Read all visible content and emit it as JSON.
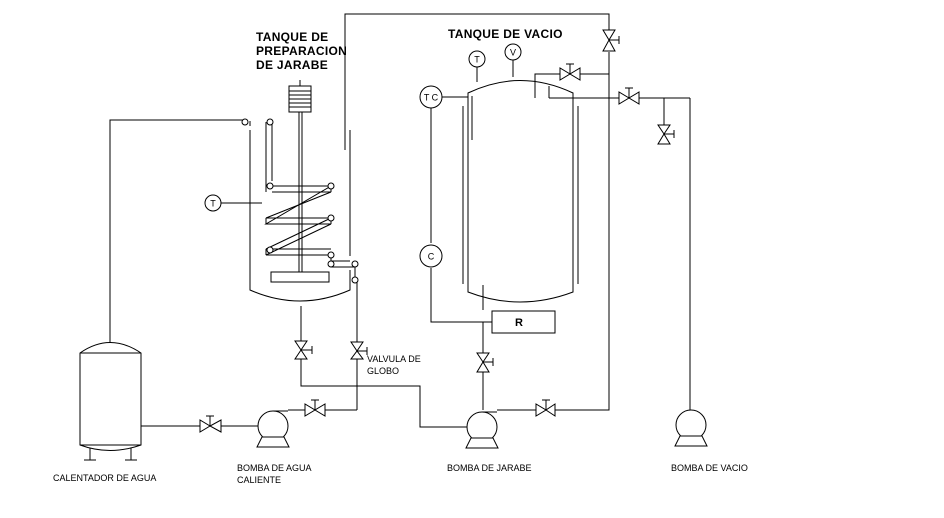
{
  "labels": {
    "prep_tank_line1": "TANQUE DE",
    "prep_tank_line2": "PREPARACION",
    "prep_tank_line3": "DE JARABE",
    "vacuum_tank": "TANQUE DE VACIO",
    "globe_valve_line1": "VALVULA DE",
    "globe_valve_line2": "GLOBO",
    "water_heater": "CALENTADOR DE AGUA",
    "hot_water_pump_line1": "BOMBA DE AGUA",
    "hot_water_pump_line2": "CALIENTE",
    "syrup_pump": "BOMBA DE  JARABE",
    "vacuum_pump": "BOMBA DE  VACIO"
  },
  "instruments": {
    "prep_temp": "T",
    "vac_temp": "T",
    "vac_vacuum": "V",
    "vac_temp_control": "T C",
    "controller": "C",
    "recorder": "R"
  },
  "colors": {
    "line": "#000000",
    "background": "#ffffff"
  }
}
